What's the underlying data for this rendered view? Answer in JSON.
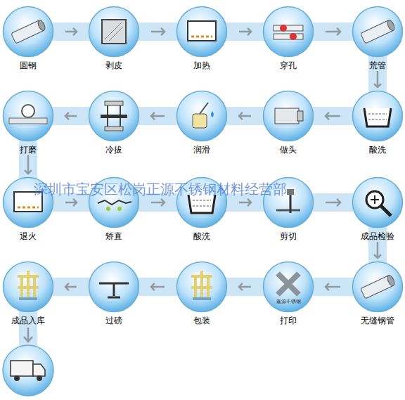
{
  "diagram": {
    "nodes": [
      {
        "text": [
          "圆钢"
        ]
      },
      {
        "text": [
          "剥皮"
        ]
      },
      {
        "text": [
          "加热"
        ]
      },
      {
        "text": [
          "穿孔"
        ]
      },
      {
        "text": [
          "荒管"
        ]
      },
      {
        "text": [
          "酸洗"
        ]
      },
      {
        "text": [
          "做头"
        ]
      },
      {
        "text": [
          "润滑"
        ]
      },
      {
        "text": [
          "冷拔"
        ]
      },
      {
        "text": [
          "打磨"
        ]
      },
      {
        "text": [
          "退火"
        ]
      },
      {
        "text": [
          "矫直"
        ]
      },
      {
        "text": [
          "酸洗"
        ]
      },
      {
        "text": [
          "剪切"
        ]
      },
      {
        "text": [
          "成品检验"
        ]
      },
      {
        "text": [
          "无缝钢管"
        ]
      },
      {
        "text": [
          "打印"
        ]
      },
      {
        "text": [
          "包装"
        ]
      },
      {
        "text": [
          "过磅"
        ]
      },
      {
        "text": [
          "成品入库"
        ]
      }
    ],
    "edges": [
      {
        "from": 0,
        "to": 1,
        "arrow": "to"
      },
      {
        "from": 1,
        "to": 2,
        "arrow": "to"
      },
      {
        "from": 2,
        "to": 3,
        "arrow": "to"
      },
      {
        "from": 3,
        "to": 4,
        "arrow": "to"
      },
      {
        "from": 4,
        "to": 5,
        "arrow": "to"
      },
      {
        "from": 5,
        "to": 6,
        "arrow": "to"
      },
      {
        "from": 6,
        "to": 7,
        "arrow": "to"
      },
      {
        "from": 7,
        "to": 8,
        "arrow": "to"
      },
      {
        "from": 8,
        "to": 9,
        "arrow": "to"
      },
      {
        "from": 9,
        "to": 10,
        "arrow": "to"
      },
      {
        "from": 10,
        "to": 11,
        "arrow": "to"
      },
      {
        "from": 11,
        "to": 12,
        "arrow": "to"
      },
      {
        "from": 12,
        "to": 13,
        "arrow": "to"
      },
      {
        "from": 13,
        "to": 14,
        "arrow": "to"
      },
      {
        "from": 14,
        "to": 15,
        "arrow": "to"
      },
      {
        "from": 15,
        "to": 16,
        "arrow": "to"
      },
      {
        "from": 16,
        "to": 17,
        "arrow": "to"
      },
      {
        "from": 17,
        "to": 18,
        "arrow": "to"
      },
      {
        "from": 18,
        "to": 19,
        "arrow": "to"
      }
    ],
    "labels": [
      "深圳市宝安区松岗正源不锈钢材料经营部",
      "鑫源不锈钢"
    ]
  }
}
